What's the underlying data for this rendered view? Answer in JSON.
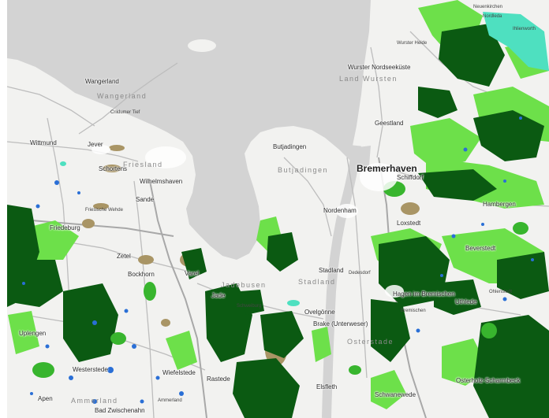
{
  "map": {
    "colors": {
      "water": "#d3d3d3",
      "land": "#f2f2f0",
      "forest_dark": "#0b5a12",
      "forest_light": "#6de04a",
      "forest_mid": "#38b52e",
      "mudflat": "#a99565",
      "wetland_blue": "#2a6fd6",
      "teal": "#4ee0c0",
      "road": "#c8c8c8"
    },
    "labels": {
      "wangerland_town": "Wangerland",
      "wangerland_region": "Wangerland",
      "wittmund": "Wittmund",
      "jever": "Jever",
      "schortens": "Schortens",
      "friesland": "Friesland",
      "wilhelmshaven": "Wilhelmshaven",
      "sande": "Sande",
      "friedeburg": "Friedeburg",
      "zetel": "Zetel",
      "bockhorn": "Bockhorn",
      "varel": "Varel",
      "jadebusen": "Jadebusen",
      "butjadingen_town": "Butjadingen",
      "butjadingen_region": "Butjadingen",
      "nordenham": "Nordenham",
      "bremerhaven": "Bremerhaven",
      "schiffdorf": "Schiffdorf",
      "geestland": "Geestland",
      "wurster_nordseekuste": "Wurster Nordseeküste",
      "land_wursten": "Land Wursten",
      "wurster_heide": "Wurster Heide",
      "loxstedt": "Loxstedt",
      "stadland_town": "Stadland",
      "stadland_region": "Stadland",
      "ovelgonne": "Ovelgönne",
      "brake": "Brake (Unterweser)",
      "osterstade": "Osterstade",
      "hagen": "Hagen im Bremischen",
      "beverstedt": "Beverstedt",
      "uthlede": "Uthlede",
      "apen": "Apen",
      "westerstede": "Westerstede",
      "rastede": "Rastede",
      "elsfleth": "Elsfleth",
      "schwanewede": "Schwanewede",
      "osterholz": "Osterholz-Scharmbeck",
      "hambergen": "Hambergen",
      "neuenkirchen": "Neuenkirchen",
      "nordleda": "Nordleda",
      "ihlienworth": "Ihlienworth",
      "uplengen": "Uplengen",
      "ammerland": "Ammerland",
      "ammerland2": "Ammerland",
      "bad_zwischenahn": "Bad Zwischenahn",
      "wiefelstede": "Wiefelstede",
      "crildumer_tief": "Crildumer Tief",
      "friesische_wehde": "Friesische Wehde",
      "jade": "Jade",
      "schweiburg": "Schweiburg",
      "dedesdorf": "Dedesdorf",
      "bremischen": "Bremischen",
      "ohlenstedt": "Ohlenstedt"
    }
  }
}
